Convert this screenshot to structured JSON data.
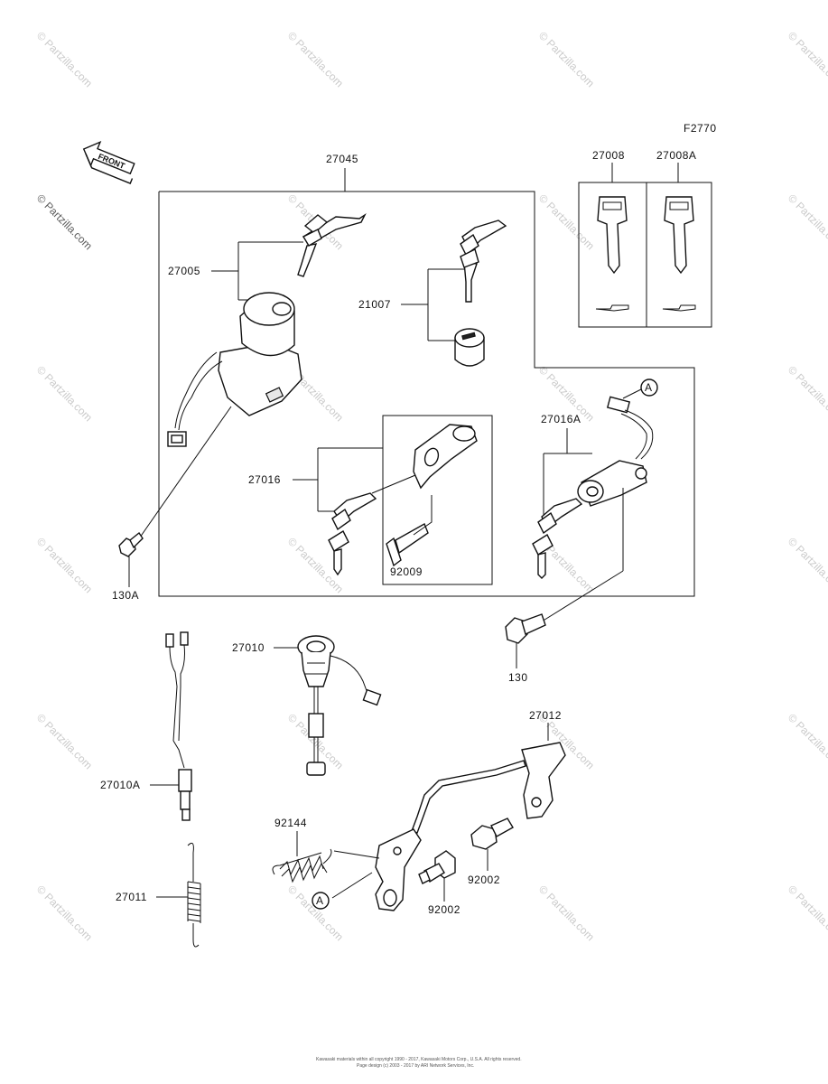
{
  "figure_code": "F2770",
  "front_arrow_label": "FRONT",
  "watermark": "© Partzilla.com",
  "callouts": {
    "c27045": "27045",
    "c27005": "27005",
    "c21007": "21007",
    "c27008": "27008",
    "c27008A": "27008A",
    "c27016A": "27016A",
    "c27016": "27016",
    "c92009": "92009",
    "c130A": "130A",
    "c130": "130",
    "c27010": "27010",
    "c27010A": "27010A",
    "c27012": "27012",
    "c92144": "92144",
    "c92002a": "92002",
    "c92002b": "92002",
    "c27011": "27011",
    "refA1": "A",
    "refA2": "A"
  },
  "footer_line1": "Kawasaki materials within all copyright 1990 - 2017, Kawasaki Motors Corp., U.S.A. All rights reserved.",
  "footer_line2": "Page design (c) 2003 - 2017 by ARI Network Services, Inc."
}
